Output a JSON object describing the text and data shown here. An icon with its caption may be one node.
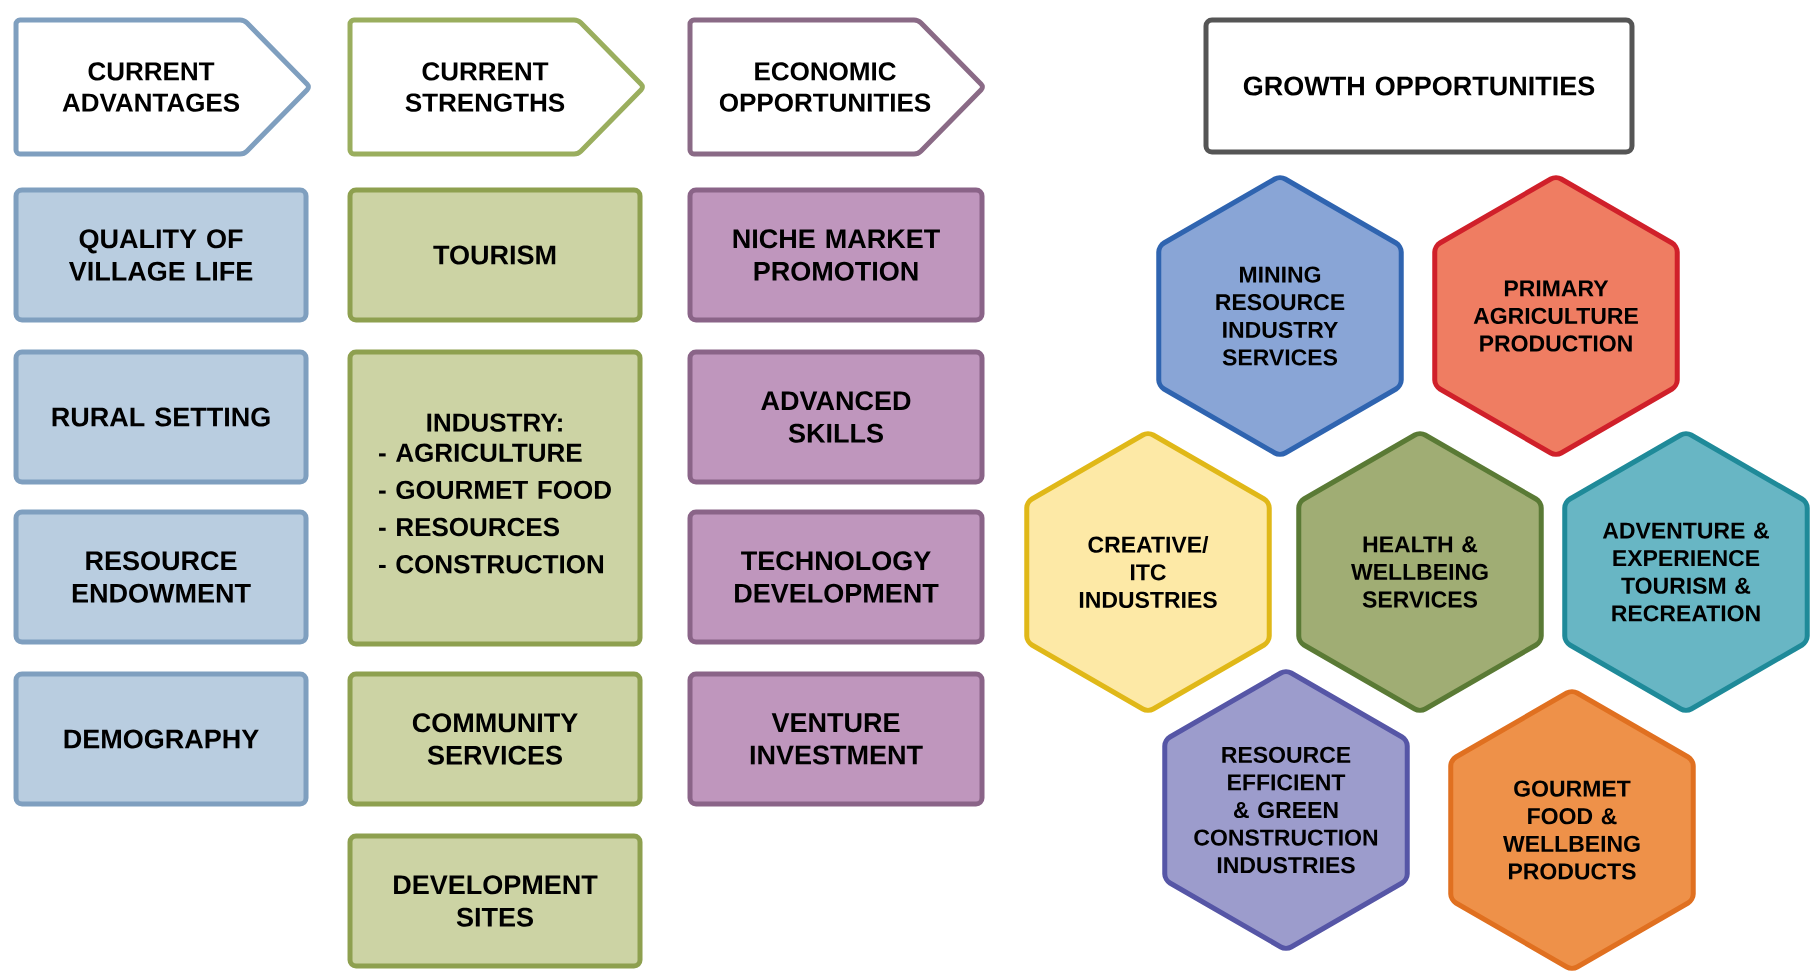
{
  "diagram": {
    "nodes": [
      {
        "text": [
          "CURRENT ADVANTAGES"
        ]
      },
      {
        "text": [
          "CURRENT STRENGTHS"
        ]
      },
      {
        "text": [
          "ECONOMIC OPPORTUNITIES"
        ]
      },
      {
        "text": [
          "GROWTH OPPORTUNITIES"
        ]
      },
      {
        "text": [
          "QUALITY OF VILLAGE LIFE"
        ]
      },
      {
        "text": [
          "RURAL SETTING"
        ]
      },
      {
        "text": [
          "RESOURCE ENDOWMENT"
        ]
      },
      {
        "text": [
          "DEMOGRAPHY"
        ]
      },
      {
        "text": [
          "TOURISM"
        ]
      },
      {
        "text": [
          "INDUSTRY:",
          "- AGRICULTURE",
          "- GOURMET FOOD",
          "- RESOURCES",
          "- CONSTRUCTION"
        ]
      },
      {
        "text": [
          "COMMUNITY SERVICES"
        ]
      },
      {
        "text": [
          "DEVELOPMENT SITES"
        ]
      },
      {
        "text": [
          "NICHE MARKET PROMOTION"
        ]
      },
      {
        "text": [
          "ADVANCED SKILLS"
        ]
      },
      {
        "text": [
          "TECHNOLOGY DEVELOPMENT"
        ]
      },
      {
        "text": [
          "VENTURE INVESTMENT"
        ]
      },
      {
        "text": [
          "MINING RESOURCE INDUSTRY SERVICES"
        ]
      },
      {
        "text": [
          "PRIMARY AGRICULTURE PRODUCTION"
        ]
      },
      {
        "text": [
          "CREATIVE/ ITC INDUSTRIES"
        ]
      },
      {
        "text": [
          "HEALTH & WELLBEING SERVICES"
        ]
      },
      {
        "text": [
          "ADVENTURE & EXPERIENCE TOURISM & RECREATION"
        ]
      },
      {
        "text": [
          "RESOURCE EFFICIENT & GREEN CONSTRUCTION INDUSTRIES"
        ]
      },
      {
        "text": [
          "GOURMET FOOD & WELLBEING PRODUCTS"
        ]
      }
    ]
  }
}
